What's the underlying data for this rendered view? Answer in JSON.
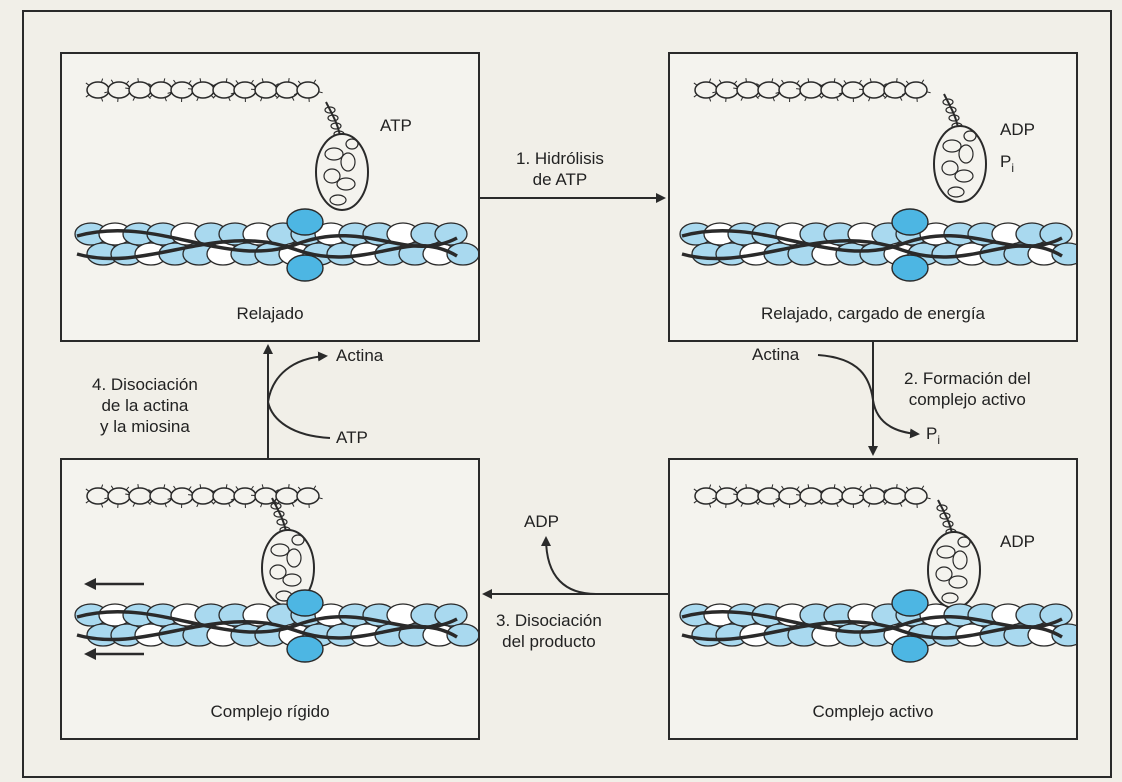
{
  "panels": {
    "top_left": {
      "caption": "Relajado",
      "labels": [
        "ATP"
      ]
    },
    "top_right": {
      "caption": "Relajado, cargado de energía",
      "labels": [
        "ADP",
        "P",
        "i"
      ]
    },
    "bottom_right": {
      "caption": "Complejo activo",
      "labels": [
        "ADP"
      ]
    },
    "bottom_left": {
      "caption": "Complejo rígido",
      "labels": []
    }
  },
  "steps": {
    "step1": [
      "1. Hidrólisis",
      "de ATP"
    ],
    "step2": [
      "2. Formación del",
      "complejo activo"
    ],
    "step3": [
      "3. Disociación",
      "del producto"
    ],
    "step4": [
      "4. Disociación",
      "de la actina",
      "y la miosina"
    ]
  },
  "cycle_labels": {
    "actina_in": "Actina",
    "p_out": "P",
    "p_out_sub": "i",
    "adp_out": "ADP",
    "actina_out": "Actina",
    "atp_in": "ATP"
  },
  "colors": {
    "blue": "#4db6e3",
    "light_blue": "#a9d9ef",
    "ink": "#2a2a2a"
  }
}
